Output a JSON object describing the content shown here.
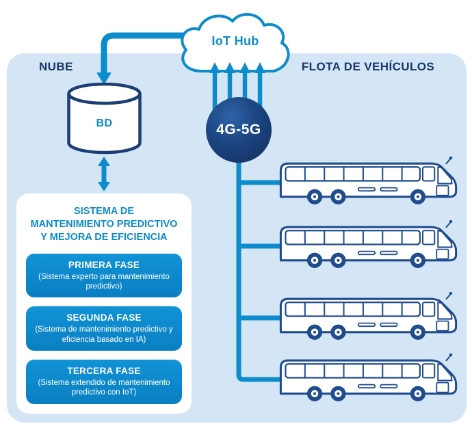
{
  "colors": {
    "azure": "#0c8bcd",
    "navy": "#16386b",
    "bus_outline": "#1f4c8f",
    "panel_bg": "#d4e6f5",
    "circle_fill": "#16386b"
  },
  "cloud": {
    "label": "IoT Hub"
  },
  "network": {
    "label": "4G-5G"
  },
  "left_section": {
    "label": "NUBE",
    "database_label": "BD"
  },
  "right_section": {
    "label": "FLOTA DE VEHÍCULOS",
    "vehicle_count": 4
  },
  "system_box": {
    "title_lines": [
      "SISTEMA DE",
      "MANTENIMIENTO PREDICTIVO",
      "Y MEJORA DE EFICIENCIA"
    ],
    "phases": [
      {
        "title": "PRIMERA FASE",
        "subtitle": "(Sistema experto para mantenimiento predictivo)"
      },
      {
        "title": "SEGUNDA FASE",
        "subtitle": "(Sistema de mantenimiento predictivo y eficiencia basado en IA)"
      },
      {
        "title": "TERCERA FASE",
        "subtitle": "(Sistema extendido de mantenimiento predictivo con IoT)"
      }
    ]
  }
}
